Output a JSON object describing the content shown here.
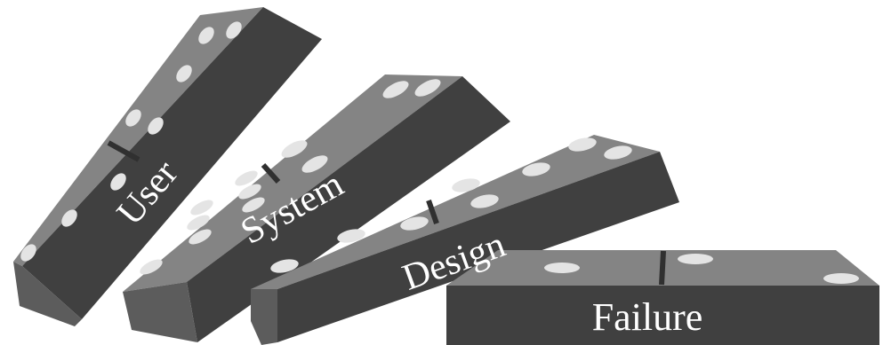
{
  "dominoes": [
    {
      "id": "user",
      "label": "User"
    },
    {
      "id": "system",
      "label": "System"
    },
    {
      "id": "design",
      "label": "Design"
    },
    {
      "id": "failure",
      "label": "Failure"
    }
  ],
  "colors": {
    "top_face": "#848484",
    "front_face": "#404040",
    "side_face": "#5c5c5c",
    "divider": "#303030",
    "pip": "#e4e4e4",
    "label": "#ffffff",
    "background": "#ffffff"
  }
}
